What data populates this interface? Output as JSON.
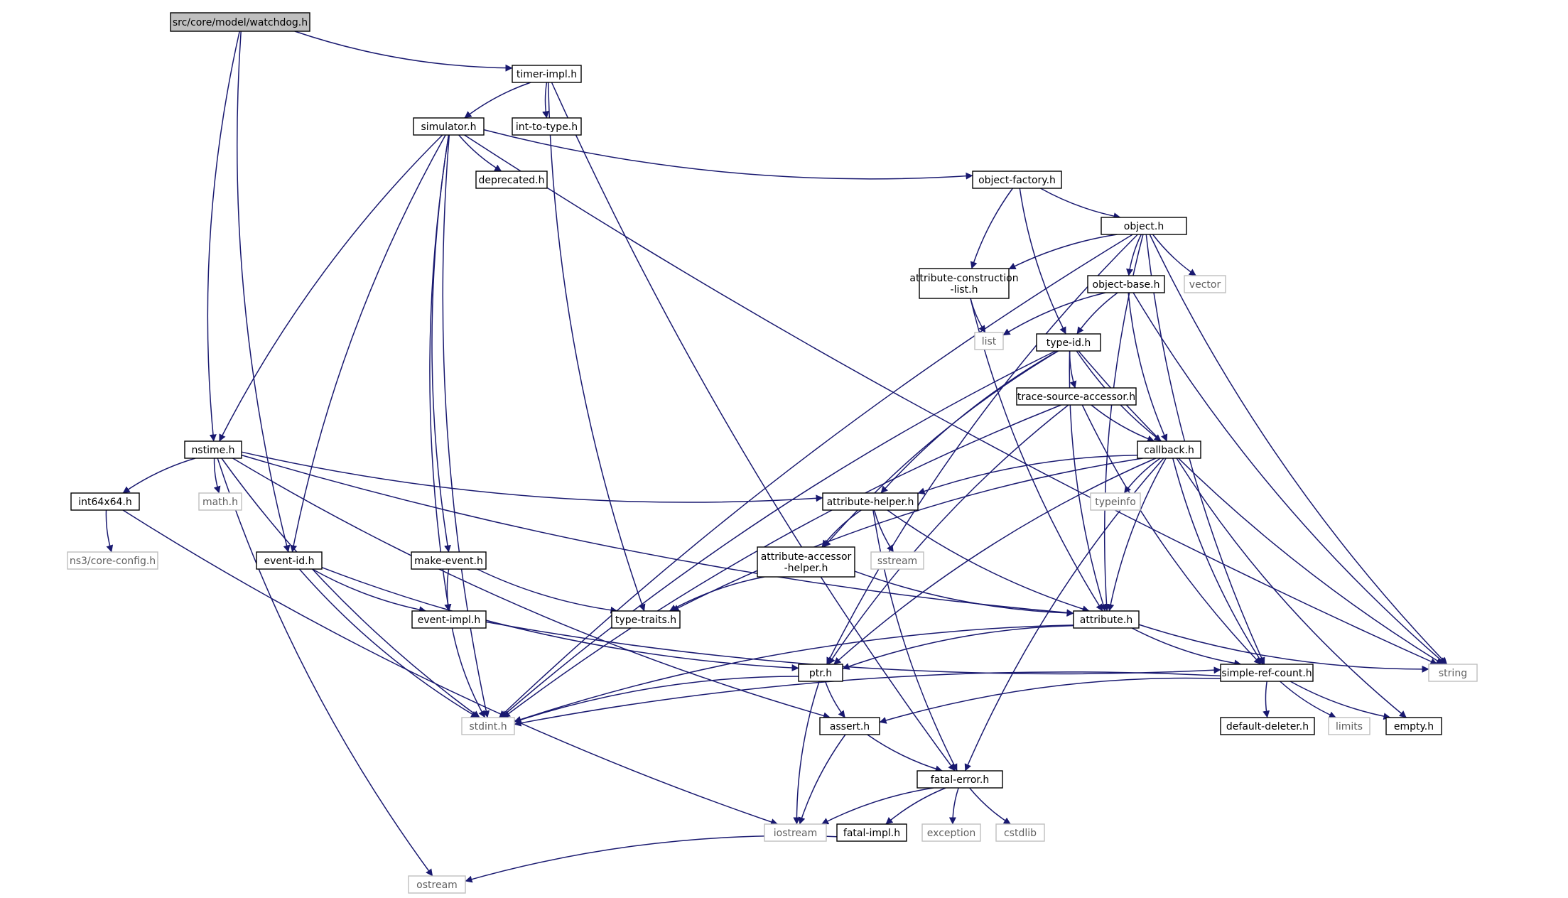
{
  "diagram": {
    "type": "include-dependency-graph",
    "colors": {
      "edge": "#191970",
      "root_fill": "#bfbfbf",
      "node_border": "#000000",
      "external_border": "#bfbfbf",
      "external_text": "#606060"
    },
    "nodes": [
      {
        "id": "watchdog",
        "lines": [
          "src/core/model/watchdog.h"
        ],
        "kind": "root"
      },
      {
        "id": "timer-impl",
        "lines": [
          "timer-impl.h"
        ],
        "kind": "file"
      },
      {
        "id": "simulator",
        "lines": [
          "simulator.h"
        ],
        "kind": "file"
      },
      {
        "id": "int-to-type",
        "lines": [
          "int-to-type.h"
        ],
        "kind": "file"
      },
      {
        "id": "deprecated",
        "lines": [
          "deprecated.h"
        ],
        "kind": "file"
      },
      {
        "id": "object-factory",
        "lines": [
          "object-factory.h"
        ],
        "kind": "file"
      },
      {
        "id": "object",
        "lines": [
          "object.h"
        ],
        "kind": "file"
      },
      {
        "id": "attribute-construction-list",
        "lines": [
          "attribute-construction",
          "-list.h"
        ],
        "kind": "file"
      },
      {
        "id": "object-base",
        "lines": [
          "object-base.h"
        ],
        "kind": "file"
      },
      {
        "id": "vector",
        "lines": [
          "vector"
        ],
        "kind": "external"
      },
      {
        "id": "list",
        "lines": [
          "list"
        ],
        "kind": "external"
      },
      {
        "id": "type-id",
        "lines": [
          "type-id.h"
        ],
        "kind": "file"
      },
      {
        "id": "trace-source-accessor",
        "lines": [
          "trace-source-accessor.h"
        ],
        "kind": "file"
      },
      {
        "id": "nstime",
        "lines": [
          "nstime.h"
        ],
        "kind": "file"
      },
      {
        "id": "callback",
        "lines": [
          "callback.h"
        ],
        "kind": "file"
      },
      {
        "id": "int64x64",
        "lines": [
          "int64x64.h"
        ],
        "kind": "file"
      },
      {
        "id": "math",
        "lines": [
          "math.h"
        ],
        "kind": "external"
      },
      {
        "id": "attribute-helper",
        "lines": [
          "attribute-helper.h"
        ],
        "kind": "file"
      },
      {
        "id": "typeinfo",
        "lines": [
          "typeinfo"
        ],
        "kind": "external"
      },
      {
        "id": "ns3-core-config",
        "lines": [
          "ns3/core-config.h"
        ],
        "kind": "external"
      },
      {
        "id": "sstream",
        "lines": [
          "sstream"
        ],
        "kind": "external"
      },
      {
        "id": "event-id",
        "lines": [
          "event-id.h"
        ],
        "kind": "file"
      },
      {
        "id": "make-event",
        "lines": [
          "make-event.h"
        ],
        "kind": "file"
      },
      {
        "id": "attribute-accessor-helper",
        "lines": [
          "attribute-accessor",
          "-helper.h"
        ],
        "kind": "file"
      },
      {
        "id": "event-impl",
        "lines": [
          "event-impl.h"
        ],
        "kind": "file"
      },
      {
        "id": "type-traits",
        "lines": [
          "type-traits.h"
        ],
        "kind": "file"
      },
      {
        "id": "attribute",
        "lines": [
          "attribute.h"
        ],
        "kind": "file"
      },
      {
        "id": "string",
        "lines": [
          "string"
        ],
        "kind": "external"
      },
      {
        "id": "ptr",
        "lines": [
          "ptr.h"
        ],
        "kind": "file"
      },
      {
        "id": "simple-ref-count",
        "lines": [
          "simple-ref-count.h"
        ],
        "kind": "file"
      },
      {
        "id": "stdint",
        "lines": [
          "stdint.h"
        ],
        "kind": "external"
      },
      {
        "id": "assert",
        "lines": [
          "assert.h"
        ],
        "kind": "file"
      },
      {
        "id": "default-deleter",
        "lines": [
          "default-deleter.h"
        ],
        "kind": "file"
      },
      {
        "id": "limits",
        "lines": [
          "limits"
        ],
        "kind": "external"
      },
      {
        "id": "empty",
        "lines": [
          "empty.h"
        ],
        "kind": "file"
      },
      {
        "id": "fatal-error",
        "lines": [
          "fatal-error.h"
        ],
        "kind": "file"
      },
      {
        "id": "iostream",
        "lines": [
          "iostream"
        ],
        "kind": "external"
      },
      {
        "id": "fatal-impl",
        "lines": [
          "fatal-impl.h"
        ],
        "kind": "file"
      },
      {
        "id": "exception",
        "lines": [
          "exception"
        ],
        "kind": "external"
      },
      {
        "id": "cstdlib",
        "lines": [
          "cstdlib"
        ],
        "kind": "external"
      },
      {
        "id": "ostream",
        "lines": [
          "ostream"
        ],
        "kind": "external"
      }
    ],
    "edges": [
      [
        "watchdog",
        "timer-impl"
      ],
      [
        "watchdog",
        "nstime"
      ],
      [
        "watchdog",
        "event-id"
      ],
      [
        "timer-impl",
        "simulator"
      ],
      [
        "timer-impl",
        "int-to-type"
      ],
      [
        "timer-impl",
        "type-traits"
      ],
      [
        "timer-impl",
        "fatal-error"
      ],
      [
        "simulator",
        "deprecated"
      ],
      [
        "simulator",
        "object-factory"
      ],
      [
        "simulator",
        "string"
      ],
      [
        "simulator",
        "nstime"
      ],
      [
        "simulator",
        "stdint"
      ],
      [
        "simulator",
        "event-id"
      ],
      [
        "simulator",
        "event-impl"
      ],
      [
        "simulator",
        "make-event"
      ],
      [
        "object-factory",
        "object"
      ],
      [
        "object-factory",
        "attribute-construction-list"
      ],
      [
        "object-factory",
        "type-id"
      ],
      [
        "object",
        "attribute-construction-list"
      ],
      [
        "object",
        "object-base"
      ],
      [
        "object",
        "vector"
      ],
      [
        "object",
        "string"
      ],
      [
        "object",
        "simple-ref-count"
      ],
      [
        "object",
        "attribute"
      ],
      [
        "object",
        "ptr"
      ],
      [
        "object",
        "stdint"
      ],
      [
        "attribute-construction-list",
        "list"
      ],
      [
        "attribute-construction-list",
        "attribute"
      ],
      [
        "object-base",
        "list"
      ],
      [
        "object-base",
        "type-id"
      ],
      [
        "object-base",
        "callback"
      ],
      [
        "object-base",
        "string"
      ],
      [
        "type-id",
        "trace-source-accessor"
      ],
      [
        "type-id",
        "callback"
      ],
      [
        "type-id",
        "string"
      ],
      [
        "type-id",
        "attribute"
      ],
      [
        "type-id",
        "attribute-helper"
      ],
      [
        "type-id",
        "attribute-accessor-helper"
      ],
      [
        "type-id",
        "stdint"
      ],
      [
        "trace-source-accessor",
        "callback"
      ],
      [
        "trace-source-accessor",
        "ptr"
      ],
      [
        "trace-source-accessor",
        "simple-ref-count"
      ],
      [
        "trace-source-accessor",
        "stdint"
      ],
      [
        "callback",
        "attribute-helper"
      ],
      [
        "callback",
        "typeinfo"
      ],
      [
        "callback",
        "attribute"
      ],
      [
        "callback",
        "empty"
      ],
      [
        "callback",
        "simple-ref-count"
      ],
      [
        "callback",
        "fatal-error"
      ],
      [
        "callback",
        "ptr"
      ],
      [
        "callback",
        "type-traits"
      ],
      [
        "nstime",
        "int64x64"
      ],
      [
        "nstime",
        "math"
      ],
      [
        "nstime",
        "attribute-helper"
      ],
      [
        "nstime",
        "attribute"
      ],
      [
        "nstime",
        "assert"
      ],
      [
        "nstime",
        "stdint"
      ],
      [
        "nstime",
        "ostream"
      ],
      [
        "int64x64",
        "ns3-core-config"
      ],
      [
        "int64x64",
        "iostream"
      ],
      [
        "attribute-helper",
        "attribute-accessor-helper"
      ],
      [
        "attribute-helper",
        "sstream"
      ],
      [
        "attribute-helper",
        "attribute"
      ],
      [
        "attribute-helper",
        "fatal-error"
      ],
      [
        "attribute-accessor-helper",
        "type-traits"
      ],
      [
        "attribute-accessor-helper",
        "attribute"
      ],
      [
        "event-id",
        "event-impl"
      ],
      [
        "event-id",
        "ptr"
      ],
      [
        "event-id",
        "stdint"
      ],
      [
        "make-event",
        "event-impl"
      ],
      [
        "make-event",
        "type-traits"
      ],
      [
        "event-impl",
        "simple-ref-count"
      ],
      [
        "event-impl",
        "stdint"
      ],
      [
        "attribute",
        "string"
      ],
      [
        "attribute",
        "simple-ref-count"
      ],
      [
        "attribute",
        "ptr"
      ],
      [
        "attribute",
        "stdint"
      ],
      [
        "ptr",
        "assert"
      ],
      [
        "ptr",
        "iostream"
      ],
      [
        "ptr",
        "stdint"
      ],
      [
        "simple-ref-count",
        "default-deleter"
      ],
      [
        "simple-ref-count",
        "limits"
      ],
      [
        "simple-ref-count",
        "empty"
      ],
      [
        "simple-ref-count",
        "assert"
      ],
      [
        "simple-ref-count",
        "stdint"
      ],
      [
        "assert",
        "fatal-error"
      ],
      [
        "assert",
        "iostream"
      ],
      [
        "fatal-error",
        "fatal-impl"
      ],
      [
        "fatal-error",
        "exception"
      ],
      [
        "fatal-error",
        "cstdlib"
      ],
      [
        "fatal-error",
        "iostream"
      ],
      [
        "fatal-impl",
        "ostream"
      ]
    ]
  }
}
